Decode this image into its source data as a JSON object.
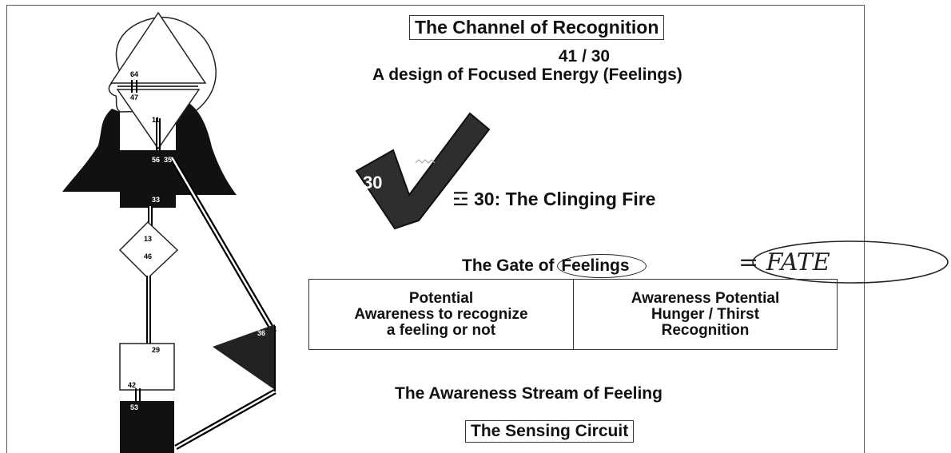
{
  "header": {
    "channel_title": "The Channel of Recognition",
    "gates": "41 / 30",
    "design": "A design of Focused Energy (Feelings)"
  },
  "gate_badge": {
    "number": "30"
  },
  "hexagram": {
    "symbol": "☲",
    "label": "30: The Clinging Fire"
  },
  "gate_title": {
    "prefix": "The Gate of ",
    "keyword": "Feelings"
  },
  "annotation": {
    "handwritten": "= FATE"
  },
  "table": {
    "left": {
      "title": "Potential",
      "lines": [
        "Awareness to recognize",
        "a feeling or not"
      ]
    },
    "right": {
      "title": "Awareness Potential",
      "lines": [
        "Hunger / Thirst",
        "Recognition"
      ]
    }
  },
  "footer": {
    "stream": "The Awareness Stream of Feeling",
    "circuit": "The Sensing Circuit"
  },
  "bodygraph": {
    "gate_labels": {
      "g64": "64",
      "g47": "47",
      "g11": "11",
      "g56": "56",
      "g35": "35",
      "g33": "33",
      "g13": "13",
      "g46": "46",
      "g36": "36",
      "g29": "29",
      "g42": "42",
      "g53": "53"
    }
  },
  "colors": {
    "defined": "#1a1a1a",
    "undefined": "#ffffff",
    "line": "#000000"
  }
}
